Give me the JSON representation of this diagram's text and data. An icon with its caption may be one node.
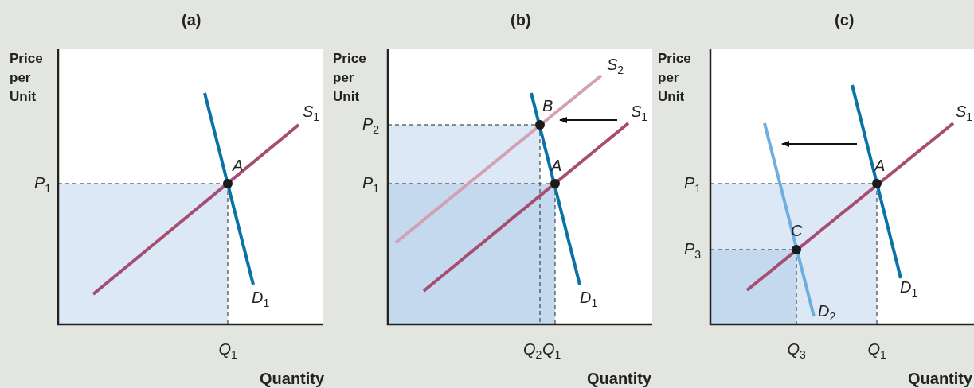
{
  "diagram": {
    "labels": [
      "(a)",
      "(b)",
      "(c)",
      "Price per Unit",
      "S$_{1}$",
      "A",
      "P$_{1}$",
      "D$_{1}$",
      "Q$_{1}$",
      "Quantity",
      "Price per Unit",
      "S$_{2}$",
      "B",
      "S$_{1}$",
      "P$_{2}$",
      "A",
      "P$_{1}$",
      "D$_{1}$",
      "Q$_{2}$",
      "Q$_{1}$",
      "Quantity",
      "Price per Unit",
      "S$_{1}$",
      "A",
      "P$_{1}$",
      "C",
      "P$_{3}$",
      "D$_{1}$",
      "D$_{2}$",
      "Q$_{3}$",
      "Q$_{1}$",
      "Quantity"
    ]
  }
}
